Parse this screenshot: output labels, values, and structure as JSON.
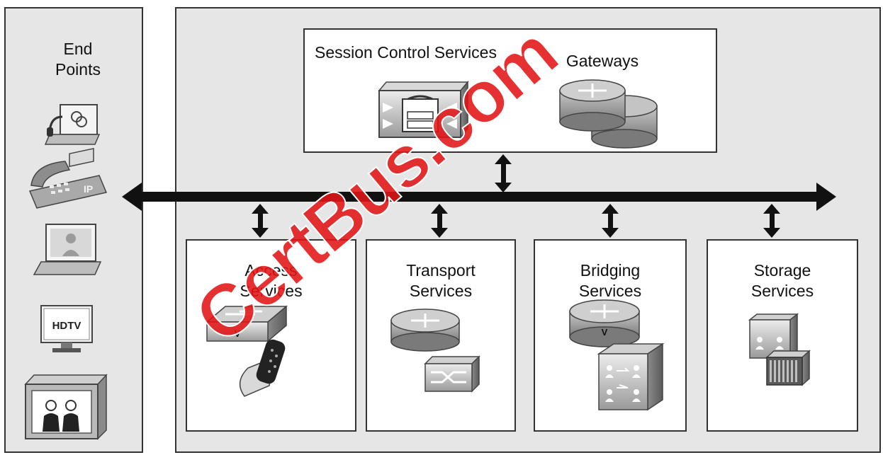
{
  "endpoints": {
    "title_line1": "End",
    "title_line2": "Points",
    "hdtv_label": "HDTV",
    "phone_label": "IP"
  },
  "session_box": {
    "session_label": "Session Control Services",
    "gateways_label": "Gateways"
  },
  "services": [
    {
      "line1": "Access",
      "line2": "Services"
    },
    {
      "line1": "Transport",
      "line2": "Services"
    },
    {
      "line1": "Bridging",
      "line2": "Services"
    },
    {
      "line1": "Storage",
      "line2": "Services"
    }
  ],
  "icon_letters": {
    "switch_v": "V",
    "router_v": "V"
  },
  "watermark": "CertBus.com"
}
